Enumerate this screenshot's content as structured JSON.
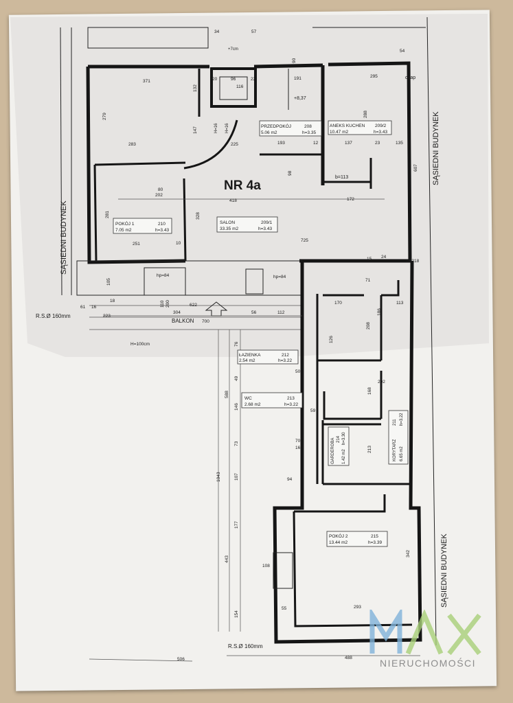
{
  "title": "NR 4a",
  "neighbor_labels": [
    "SĄSIEDNI BUDYNEK",
    "SĄSIEDNI BUDYNEK",
    "SĄSIEDNI BUDYNEK"
  ],
  "rooms": [
    {
      "name": "PRZEDPOKÓJ",
      "no": "208",
      "area": "5.06 m2",
      "height": "h=3.35"
    },
    {
      "name": "ANEKS KUCHEN",
      "no": "209/2",
      "area": "10.47 m2",
      "height": "h=3.43"
    },
    {
      "name": "POKÓJ 1",
      "no": "210",
      "area": "7.05 m2",
      "height": "h=3.43"
    },
    {
      "name": "SALON",
      "no": "209/1",
      "area": "33.35 m2",
      "height": "h=3.43"
    },
    {
      "name": "ŁAZIENKA",
      "no": "212",
      "area": "2.54 m2",
      "height": "h=3.22"
    },
    {
      "name": "WC",
      "no": "213",
      "area": "2.68 m2",
      "height": "h=3.22"
    },
    {
      "name": "GARDEROBA",
      "no": "214",
      "area": "1.42 m2",
      "height": "h=3.30"
    },
    {
      "name": "KORYTARZ",
      "no": "211",
      "area": "6.65 m2",
      "height": "h=3.22"
    },
    {
      "name": "POKÓJ 2",
      "no": "215",
      "area": "13.44 m2",
      "height": "h=3.39"
    }
  ],
  "labels": {
    "balkon": "BALKON",
    "rso_top": "R.S.Ø 160mm",
    "rso_bottom": "R.S.Ø 160mm",
    "okap": "okap",
    "hp1": "hp=84",
    "hp2": "hp=84",
    "h218": "h=218",
    "h16a": "H=16",
    "h16b": "H=16",
    "b113": "b=113",
    "level": "+8,37",
    "balustrade": "H=100cm",
    "level2": "+7cm"
  },
  "dimensions": {
    "d371": "371",
    "d279": "279",
    "d283": "283",
    "d132": "132",
    "d147": "147",
    "d225": "225",
    "d191": "191",
    "d12": "12",
    "d295": "295",
    "d288": "288",
    "d137": "137",
    "d23": "23",
    "d135": "135",
    "d607": "607",
    "d172": "172",
    "d418": "418",
    "d281": "281",
    "d251": "251",
    "d10": "10",
    "d328": "328",
    "d725": "725",
    "d15": "15",
    "d24": "24",
    "d105": "105",
    "d622": "622",
    "d304": "304",
    "d56": "56",
    "d112": "112",
    "d700": "700",
    "d223": "223",
    "d61": "61",
    "d16": "16",
    "d18": "18",
    "d110": "110",
    "d200": "200",
    "d170": "170",
    "d113": "113",
    "d208": "208",
    "d588": "588",
    "d1043": "1043",
    "d293": "293",
    "d342": "342",
    "d443": "443",
    "d55": "55",
    "d506": "506",
    "d488": "488",
    "d94": "94",
    "d59": "59",
    "d160": "160",
    "d70": "70",
    "d146": "146",
    "d73": "73",
    "d107": "107",
    "d177": "177",
    "d154": "154",
    "d202": "202",
    "d80": "80",
    "d96": "96",
    "d116": "116",
    "d34": "34",
    "d57": "57",
    "d54": "54",
    "d90": "90",
    "d20": "20",
    "d22": "22",
    "d193": "193",
    "d98": "98",
    "d71": "71",
    "d213": "213",
    "d186": "186",
    "d168": "168",
    "d49": "49",
    "d50": "50",
    "d76": "76",
    "d126": "126",
    "d108": "108",
    "d202b": "202"
  },
  "logo": {
    "brand": "MAX",
    "subtitle": "NIERUCHOMOŚCI",
    "colors": {
      "blue": "#7fb3d9",
      "green": "#a7cf78",
      "gray": "#9a9a9a"
    }
  }
}
